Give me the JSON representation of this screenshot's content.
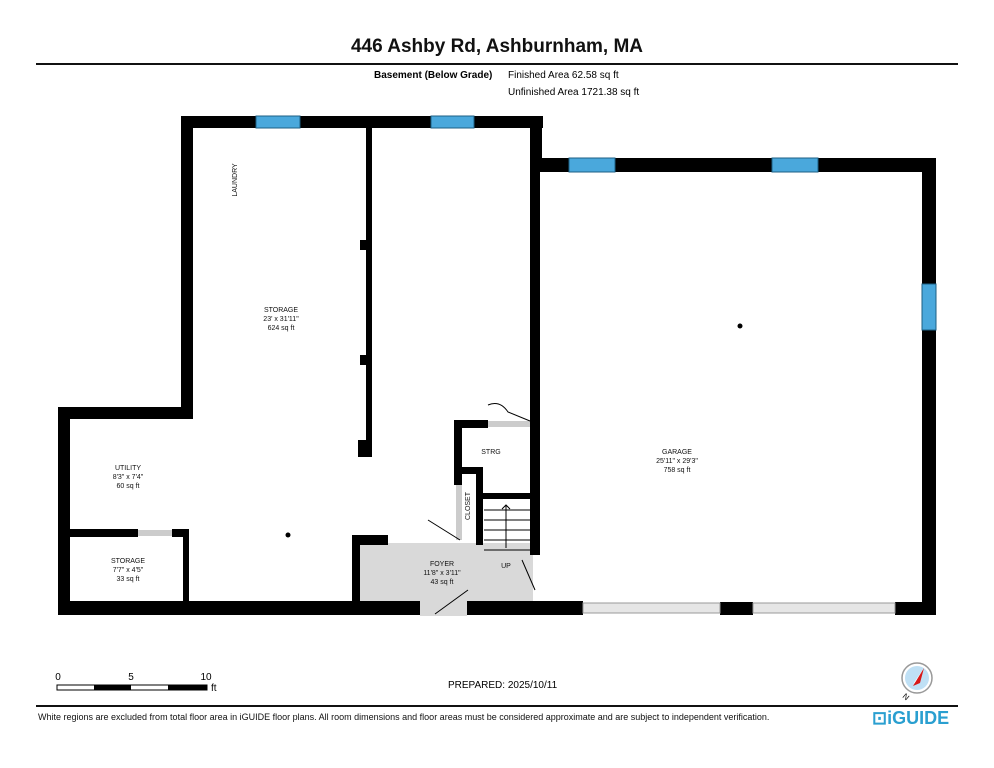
{
  "title": "446 Ashby Rd, Ashburnham, MA",
  "level": "Basement (Below Grade)",
  "finished_area": "Finished Area 62.58 sq ft",
  "unfinished_area": "Unfinished Area 1721.38 sq ft",
  "rooms": {
    "storage_main": {
      "name": "STORAGE",
      "dims": "23' x 31'11\"",
      "area": "624 sq ft"
    },
    "laundry": {
      "name": "LAUNDRY"
    },
    "utility": {
      "name": "UTILITY",
      "dims": "8'3\" x 7'4\"",
      "area": "60 sq ft"
    },
    "storage_small": {
      "name": "STORAGE",
      "dims": "7'7\" x 4'5\"",
      "area": "33 sq ft"
    },
    "foyer": {
      "name": "FOYER",
      "dims": "11'8\" x 3'11\"",
      "area": "43 sq ft"
    },
    "strg": {
      "name": "STRG"
    },
    "closet": {
      "name": "CLOSET"
    },
    "up": {
      "name": "UP"
    },
    "garage": {
      "name": "GARAGE",
      "dims": "25'11\" x 29'3\"",
      "area": "758 sq ft"
    }
  },
  "scale": {
    "t0": "0",
    "t5": "5",
    "t10": "10",
    "unit": "ft"
  },
  "compass": {
    "label": "N"
  },
  "prepared": "PREPARED: 2025/10/11",
  "disclaimer": "White regions are excluded from total floor area in iGUIDE floor plans. All room dimensions and floor areas must be considered approximate and are subject to independent verification.",
  "logo": "iGUIDE",
  "colors": {
    "wall": "#000000",
    "window": "#4aa8dc",
    "foyer_fill": "#d9d9d9",
    "logo": "#2a9fd0"
  }
}
